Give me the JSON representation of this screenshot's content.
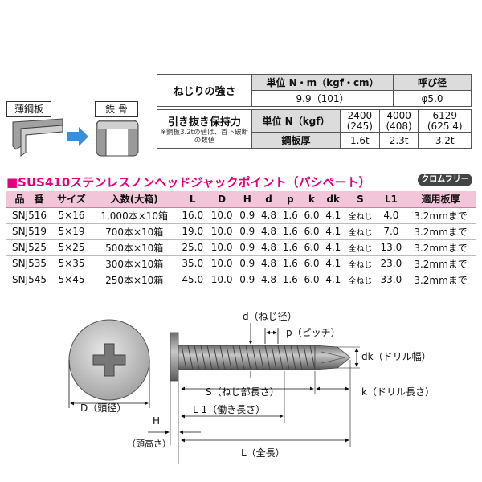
{
  "materials": {
    "thin_plate_label": "薄鋼板",
    "steel_frame_label": "鉄 骨"
  },
  "torque_table": {
    "title": "ねじりの強さ",
    "unit": "単位 N・m（kgf・cm）",
    "nominal_label": "呼び径",
    "value": "9.9（101）",
    "nominal_value": "φ5.0"
  },
  "pull_table": {
    "title": "引き抜き保持力",
    "note": "※鋼板3.2tの値は、首下破断の数値",
    "unit": "単位 N（kgf）",
    "plate_label": "鋼板厚",
    "values": [
      {
        "force": "2400",
        "kgf": "(245)",
        "thickness": "1.6t"
      },
      {
        "force": "4000",
        "kgf": "(408)",
        "thickness": "2.3t"
      },
      {
        "force": "6129",
        "kgf": "(625.4)",
        "thickness": "3.2t"
      }
    ]
  },
  "product": {
    "title": "■SUS410ステンレスノンヘッドジャックポイント（パシペート）",
    "badge": "クロムフリー",
    "headers": [
      "品　番",
      "サイズ",
      "入数(大箱)",
      "L",
      "D",
      "H",
      "d",
      "p",
      "k",
      "dk",
      "S",
      "L1",
      "適用板厚"
    ],
    "rows": [
      [
        "SNJ516",
        "5×16",
        "1,000本×10箱",
        "16.0",
        "10.0",
        "0.9",
        "4.8",
        "1.6",
        "6.0",
        "4.1",
        "全ねじ",
        "4.0",
        "3.2mmまで"
      ],
      [
        "SNJ519",
        "5×19",
        "700本×10箱",
        "19.0",
        "10.0",
        "0.9",
        "4.8",
        "1.6",
        "6.0",
        "4.1",
        "全ねじ",
        "7.0",
        "3.2mmまで"
      ],
      [
        "SNJ525",
        "5×25",
        "500本×10箱",
        "25.0",
        "10.0",
        "0.9",
        "4.8",
        "1.6",
        "6.0",
        "4.1",
        "全ねじ",
        "13.0",
        "3.2mmまで"
      ],
      [
        "SNJ535",
        "5×35",
        "300本×10箱",
        "35.0",
        "10.0",
        "0.9",
        "4.8",
        "1.6",
        "6.0",
        "4.1",
        "全ねじ",
        "23.0",
        "3.2mmまで"
      ],
      [
        "SNJ545",
        "5×45",
        "250本×10箱",
        "45.0",
        "10.0",
        "0.9",
        "4.8",
        "1.6",
        "6.0",
        "4.1",
        "全ねじ",
        "33.0",
        "3.2mmまで"
      ]
    ]
  },
  "diagram": {
    "d_label": "d（ねじ径）",
    "p_label": "p（ピッチ）",
    "dk_label": "dk（ドリル幅）",
    "k_label": "k（ドリル長さ）",
    "s_label": "S（ねじ部長さ）",
    "l1_label": "L 1（働き長さ）",
    "l_label": "L（全長）",
    "D_label": "D（頭径）",
    "H_label": "H",
    "H_desc": "（頭高さ）",
    "colors": {
      "screw": "#8c8c8c",
      "accent": "#e4007f",
      "blue": "#3a8fd8"
    }
  }
}
